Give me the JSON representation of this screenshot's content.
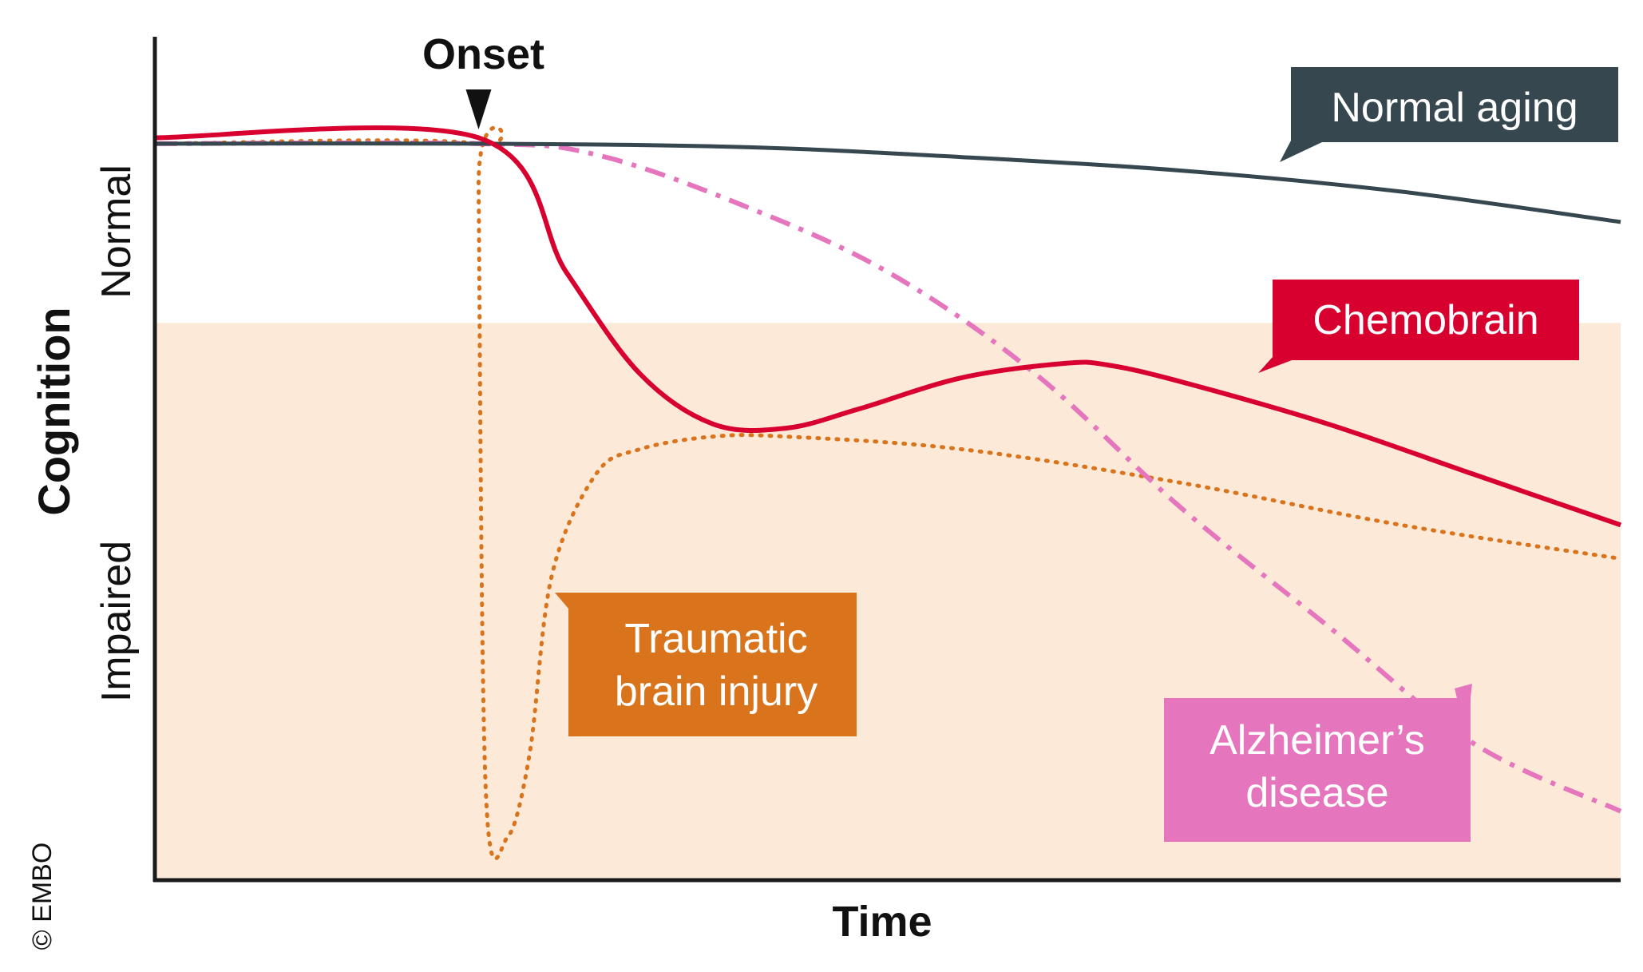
{
  "chart_data": {
    "type": "line",
    "title": "",
    "xlabel": "Time",
    "ylabel": "Cognition",
    "y_region_labels": {
      "normal": "Normal",
      "impaired": "Impaired"
    },
    "onset_label": "Onset",
    "onset_x": 0.22,
    "impaired_threshold": 0.66,
    "xlim": [
      0,
      1
    ],
    "ylim": [
      0,
      1
    ],
    "grid": false,
    "credit": "© EMBO",
    "colors": {
      "normal_aging": "#36474f",
      "chemobrain": "#d7002f",
      "alzheimers": "#e575bd",
      "tbi": "#d9741c",
      "impaired_zone": "#fde9d8"
    },
    "series": [
      {
        "name": "Normal aging",
        "label": "Normal aging",
        "style": "solid",
        "x": [
          0.0,
          0.22,
          0.4,
          0.55,
          0.7,
          0.85,
          1.0
        ],
        "y": [
          0.873,
          0.873,
          0.869,
          0.857,
          0.841,
          0.816,
          0.78
        ]
      },
      {
        "name": "Chemobrain",
        "label": "Chemobrain",
        "style": "solid",
        "x": [
          0.0,
          0.22,
          0.28,
          0.33,
          0.38,
          0.43,
          0.48,
          0.55,
          0.62,
          0.65,
          0.7,
          0.8,
          0.9,
          1.0
        ],
        "y": [
          0.88,
          0.88,
          0.72,
          0.6,
          0.54,
          0.535,
          0.558,
          0.595,
          0.612,
          0.61,
          0.59,
          0.54,
          0.48,
          0.42
        ]
      },
      {
        "name": "Alzheimer’s disease",
        "label": "Alzheimer’s\ndisease",
        "style": "dashdot",
        "x": [
          0.0,
          0.22,
          0.3,
          0.4,
          0.5,
          0.6,
          0.7,
          0.8,
          0.9,
          1.0
        ],
        "y": [
          0.873,
          0.873,
          0.86,
          0.8,
          0.72,
          0.6,
          0.44,
          0.3,
          0.16,
          0.08
        ]
      },
      {
        "name": "Traumatic brain injury",
        "label": "Traumatic\nbrain injury",
        "style": "dotted",
        "x": [
          0.0,
          0.22,
          0.22,
          0.225,
          0.24,
          0.255,
          0.27,
          0.3,
          0.33,
          0.38,
          0.43,
          0.55,
          0.7,
          0.85,
          1.0
        ],
        "y": [
          0.873,
          0.873,
          0.82,
          0.1,
          0.05,
          0.15,
          0.36,
          0.48,
          0.51,
          0.525,
          0.525,
          0.51,
          0.47,
          0.42,
          0.38
        ]
      }
    ]
  }
}
